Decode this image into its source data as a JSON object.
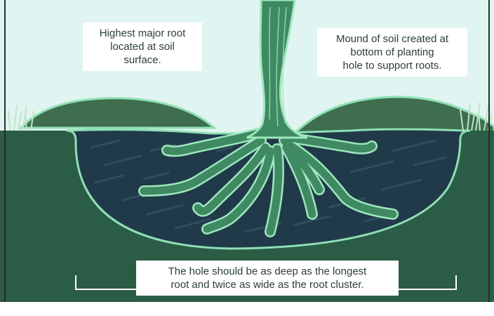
{
  "labels": {
    "highest_root": [
      "Highest major root",
      "located at soil",
      "surface."
    ],
    "mound": [
      "Mound of soil created at",
      "bottom of planting",
      "hole to support roots."
    ],
    "hole_size": [
      "The hole should be as deep as the longest",
      "root and twice as wide as the root cluster."
    ]
  },
  "colors": {
    "sky": "#e0f4f1",
    "ground": "#2b5c45",
    "hole_soil": "#213a49",
    "soil_streak": "#2f5261",
    "mound": "#3e6e4e",
    "outline": "#8fe0b5",
    "root": "#3f8a62",
    "root_stroke": "#9ee7bf",
    "grass": "#bfe4c8",
    "bracket": "#ffffff",
    "frame": "#2a2a2a"
  }
}
